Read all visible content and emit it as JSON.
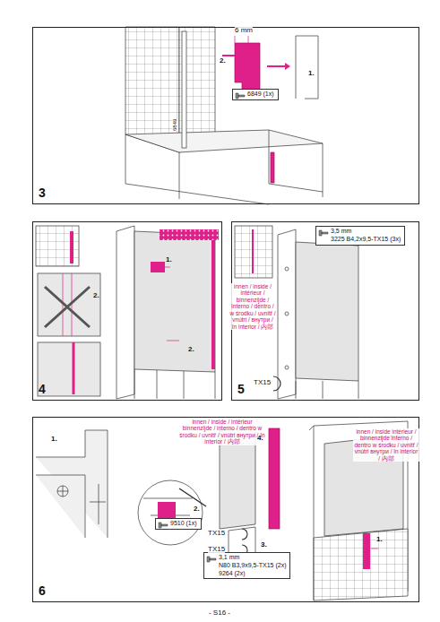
{
  "diagram": {
    "nodes": [
      {
        "text": [
          "3"
        ]
      },
      {
        "text": [
          "6849 (1x)"
        ],
        "in": 0
      },
      {
        "text": [
          "4"
        ]
      },
      {
        "text": [
          "5"
        ]
      },
      {
        "text": [
          "3,5 mm",
          "3225 B4,2x9,5-TX15 (3x)"
        ],
        "in": 3
      },
      {
        "text": [
          "6"
        ]
      },
      {
        "text": [
          "9510 (1x)"
        ],
        "in": 5
      },
      {
        "text": [
          "3,1 mm",
          "N80 B3,9x9,5-TX15 (2x)",
          "9264 (2x)"
        ],
        "in": 5
      }
    ],
    "labels": [
      "6 mm",
      "2.",
      "1.",
      "6849",
      "1.",
      "2.",
      "2.",
      "innen / inside / intérieur / binnenzijde / interno / dentro / w środku / uvnitř / vnútri / внутри / în interior / 内部",
      "TX15",
      "1.",
      "innen / inside / intérieur binnenzijde / interno / dentro w środku / uvnitř / vnútri внутри / în interior / 内部",
      "2.",
      "4.",
      "3.",
      "TX15",
      "TX15",
      "innen / inside intérieur / binnenzijde interno / dentro w środku / uvnitř / vnútri внутри / în interior / 内部",
      "1.",
      "- S16 -"
    ]
  }
}
